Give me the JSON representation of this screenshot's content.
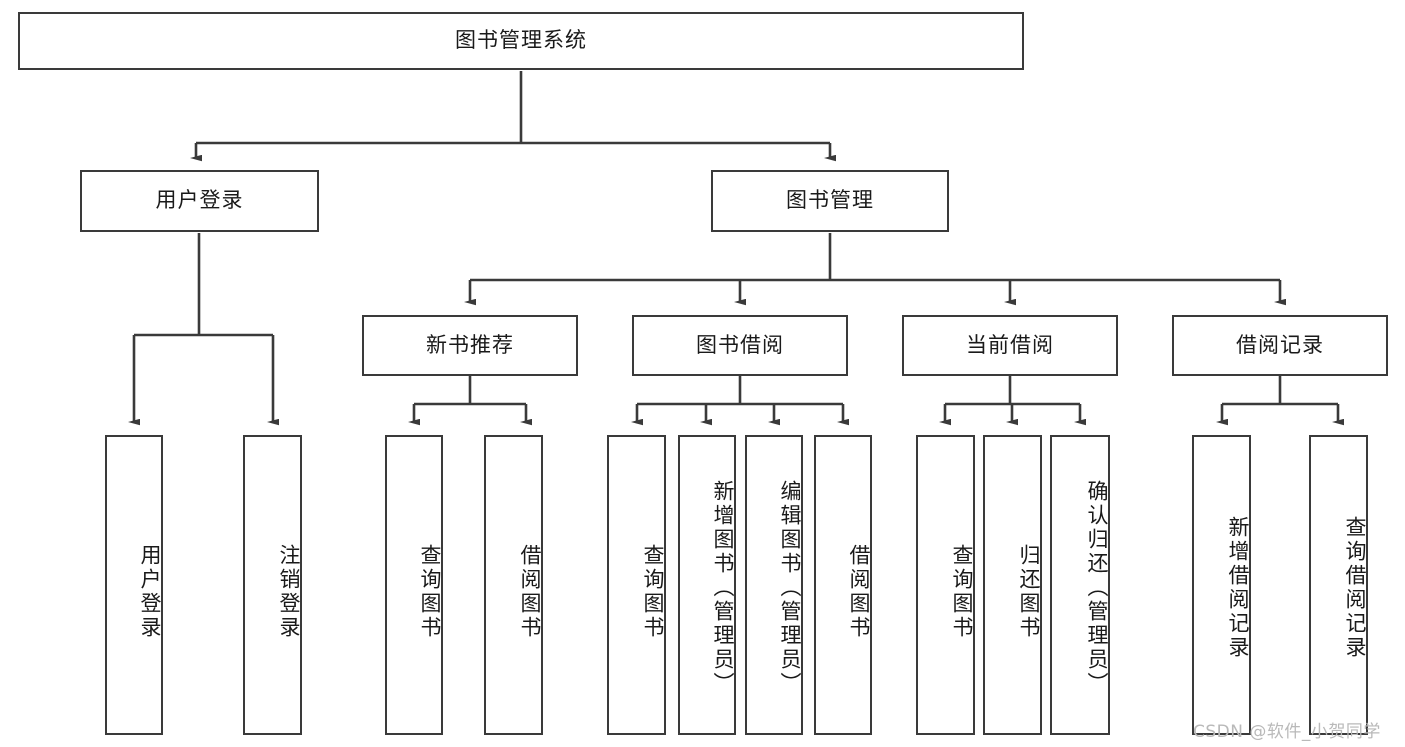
{
  "diagram": {
    "title": "图书管理系统",
    "type": "tree-hierarchy",
    "stroke_color": "#3a3a3a",
    "background_color": "#ffffff",
    "text_color": "#1a1a1a"
  },
  "nodes": {
    "root": {
      "label": "图书管理系统"
    },
    "level2": [
      {
        "label": "用户登录"
      },
      {
        "label": "图书管理"
      }
    ],
    "level3": [
      {
        "label": "新书推荐"
      },
      {
        "label": "图书借阅"
      },
      {
        "label": "当前借阅"
      },
      {
        "label": "借阅记录"
      }
    ],
    "leaves_user_login": [
      {
        "label": "用户登录"
      },
      {
        "label": "注销登录"
      }
    ],
    "leaves_new_book": [
      {
        "label": "查询图书"
      },
      {
        "label": "借阅图书"
      }
    ],
    "leaves_borrow": [
      {
        "label": "查询图书"
      },
      {
        "label": "新增图书（管理员）"
      },
      {
        "label": "编辑图书（管理员）"
      },
      {
        "label": "借阅图书"
      }
    ],
    "leaves_current": [
      {
        "label": "查询图书"
      },
      {
        "label": "归还图书"
      },
      {
        "label": "确认归还（管理员）"
      }
    ],
    "leaves_records": [
      {
        "label": "新增借阅记录"
      },
      {
        "label": "查询借阅记录"
      }
    ]
  },
  "watermark": {
    "text": "CSDN @软件_小贺同学",
    "color": "#b9b9b9"
  }
}
